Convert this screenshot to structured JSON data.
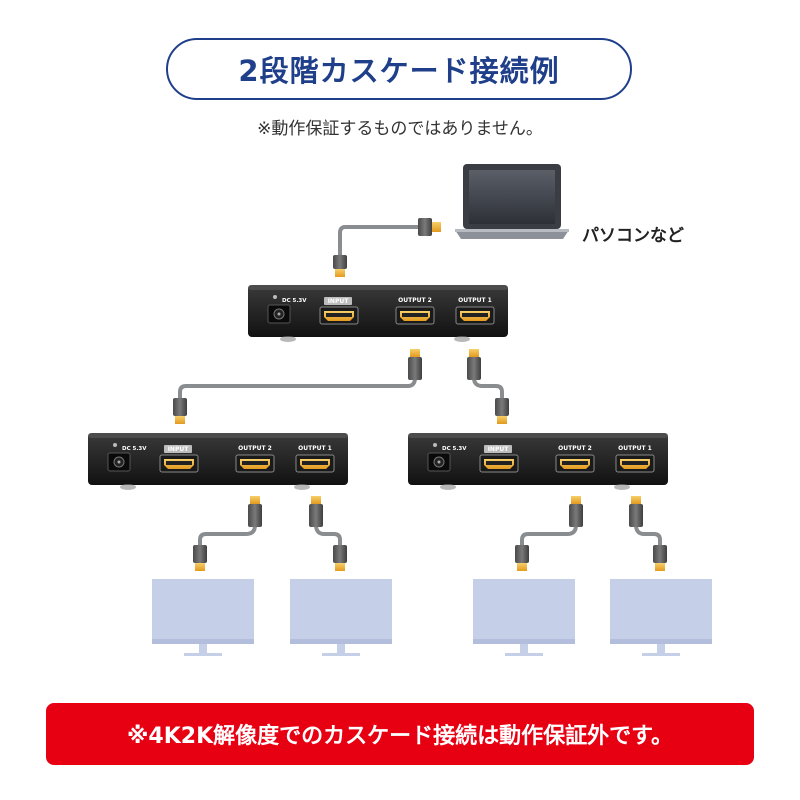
{
  "title": "2段階カスケード接続例",
  "note": "※動作保証するものではありません。",
  "pc_label": "パソコンなど",
  "warning": "※4K2K解像度でのカスケード接続は動作保証外です。",
  "splitter_labels": {
    "input": "INPUT",
    "output2": "OUTPUT 2",
    "output1": "OUTPUT 1",
    "dc": "DC 5.3V"
  },
  "colors": {
    "title_blue": "#1f3f8a",
    "warning_red": "#e60012",
    "monitor_blue": "#c5cfe8",
    "cable_gray": "#8a8d90",
    "connector_gold": "#f0b43c"
  },
  "icons": [
    "laptop-icon",
    "splitter-device",
    "hdmi-cable",
    "monitor-icon"
  ]
}
